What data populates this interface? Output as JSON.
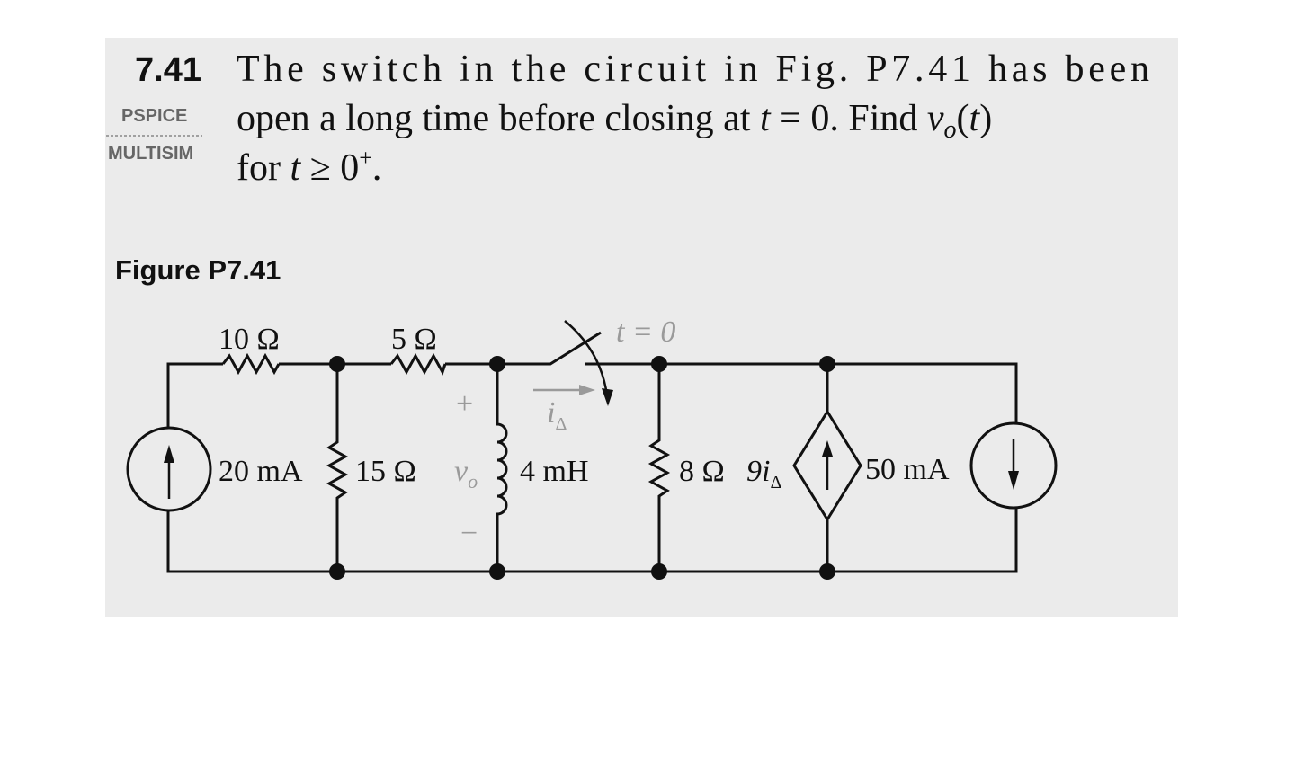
{
  "problem": {
    "number": "7.41",
    "line1": "The switch in the circuit in Fig. P7.41 has been",
    "line2": {
      "a": "open a long time before closing at ",
      "t": "t",
      "b": " = 0. Find ",
      "v": "v",
      "sub": "o",
      "c": "(",
      "t2": "t",
      "d": ")"
    },
    "line3": {
      "a": "for ",
      "t": "t",
      "b": " ≥ 0",
      "sup": "+",
      "c": "."
    },
    "tags": [
      "PSPICE",
      "MULTISIM"
    ]
  },
  "figure": {
    "caption": "Figure P7.41",
    "labels": {
      "r10": "10 Ω",
      "r5": "5 Ω",
      "switch_time": "t = 0",
      "plus": "+",
      "minus": "−",
      "i_delta": "i",
      "i_delta_sub": "Δ",
      "source_20": "20 mA",
      "r15": "15 Ω",
      "v_o": "v",
      "v_o_sub": "o",
      "inductor": "4 mH",
      "r8": "8 Ω",
      "dep_source": "9i",
      "dep_source_sub": "Δ",
      "source_50": "50 mA"
    }
  },
  "colors": {
    "page": "#ebebeb",
    "ink": "#111111",
    "gray_ink": "#9a9a9a"
  }
}
